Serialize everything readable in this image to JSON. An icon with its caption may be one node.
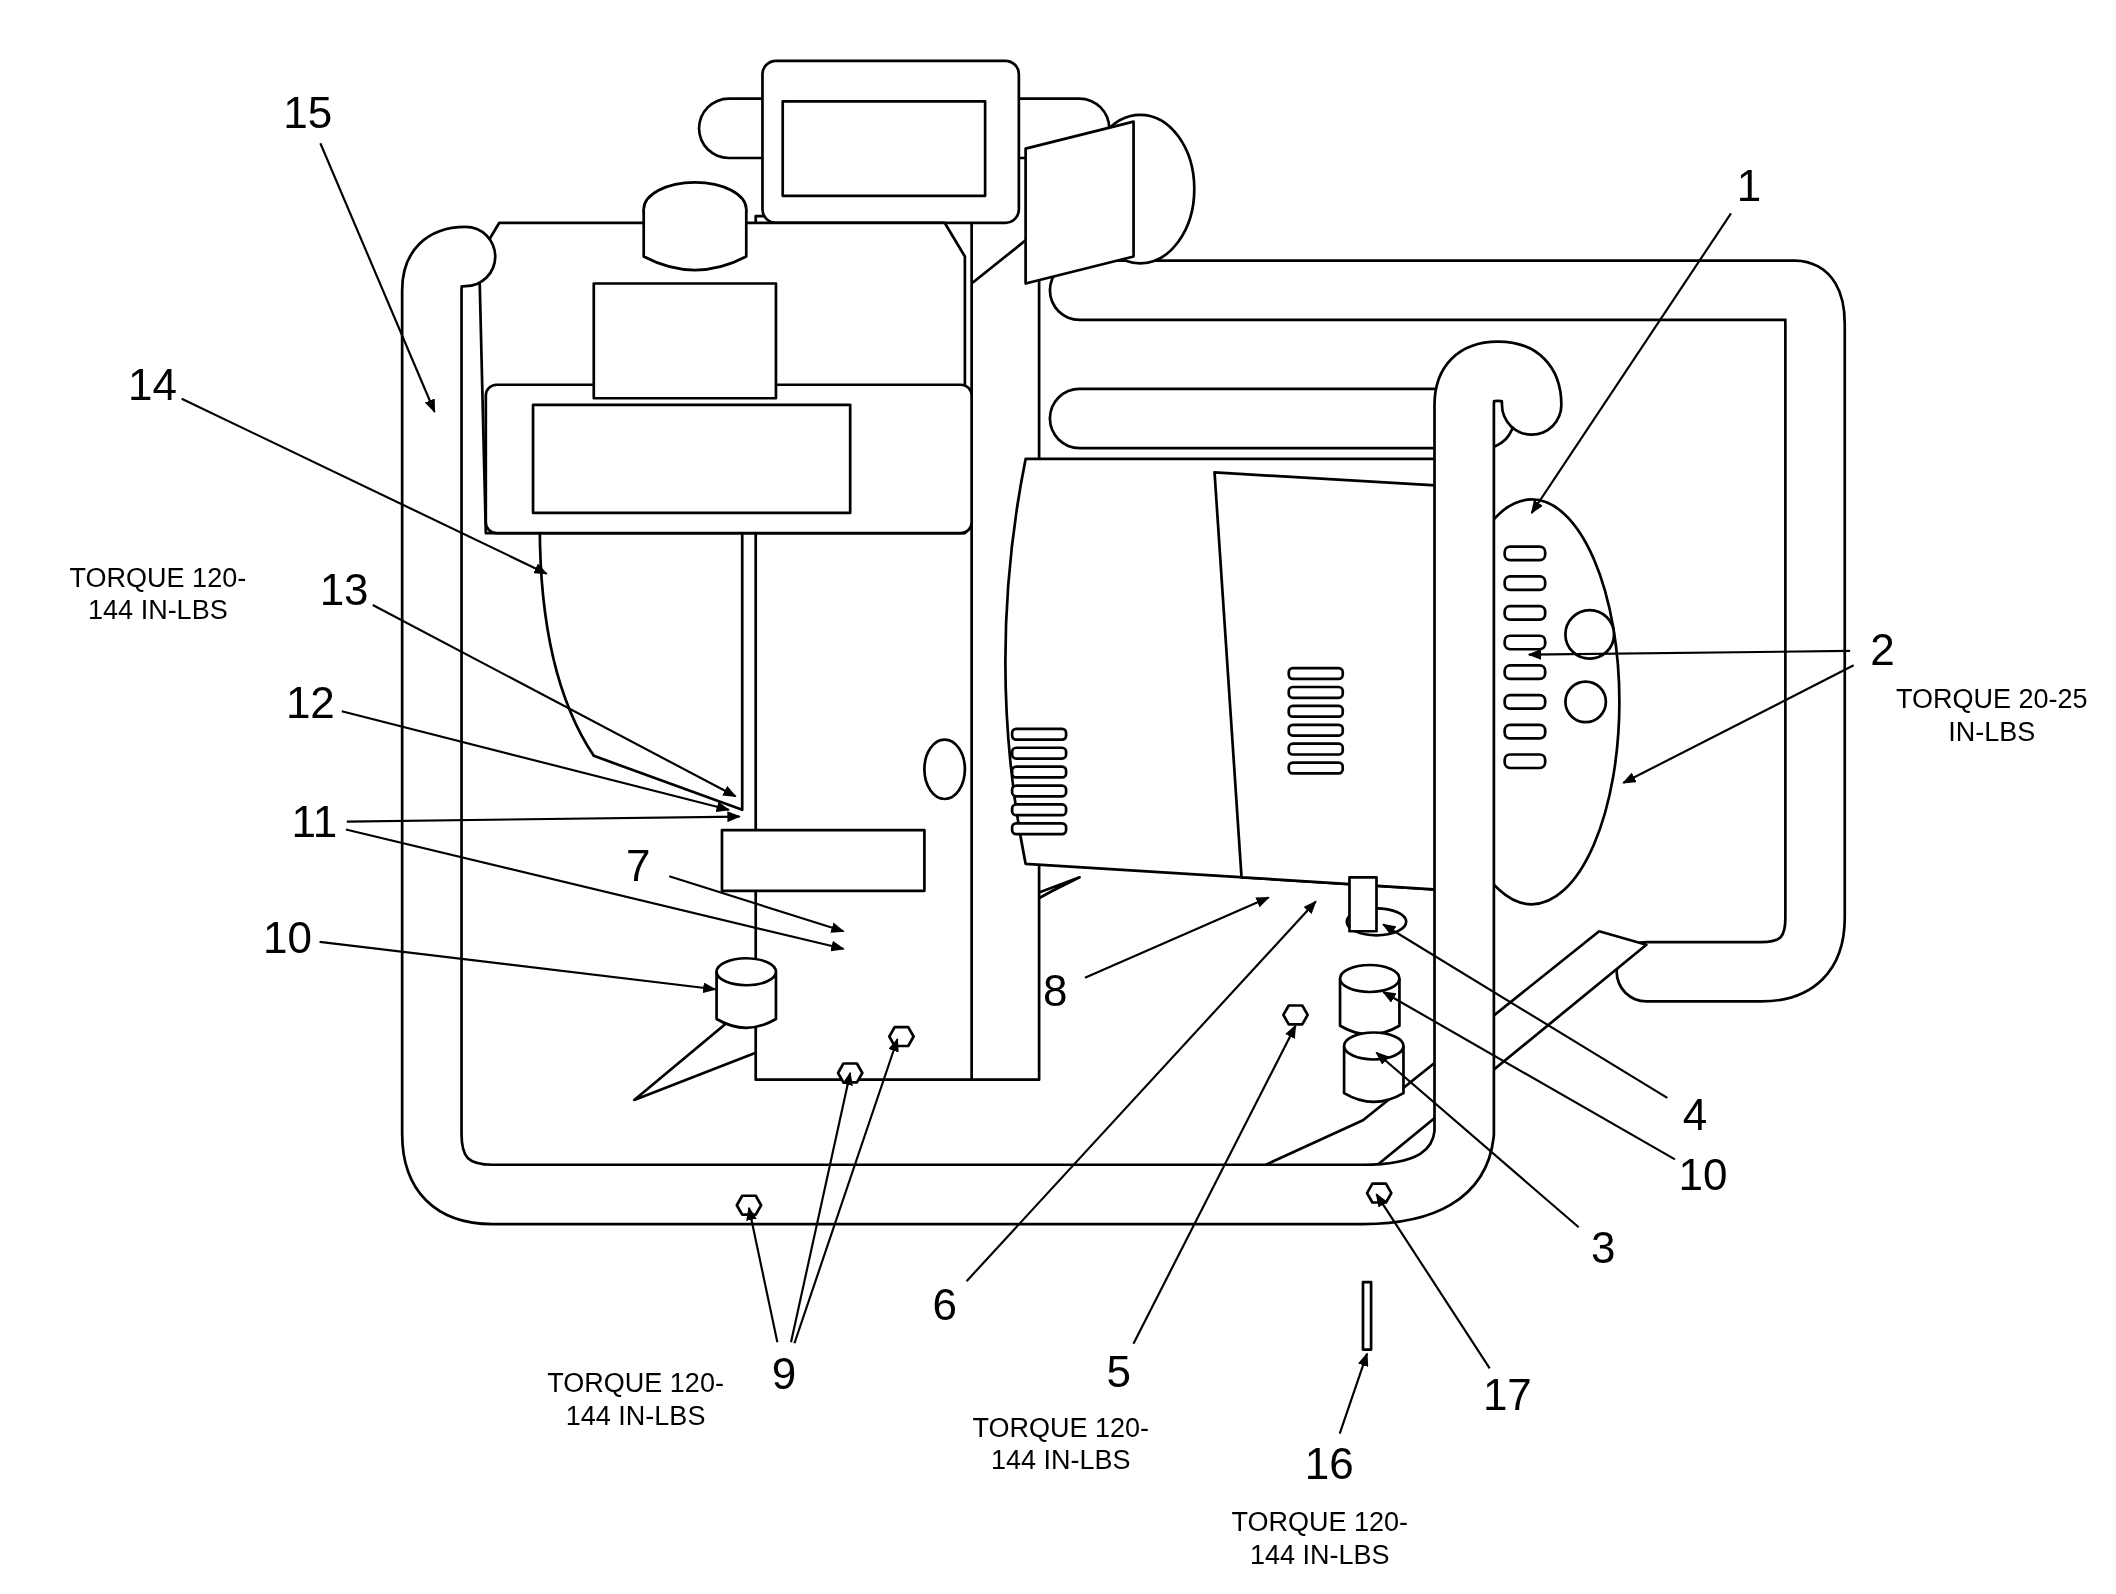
{
  "diagram": {
    "nodes": [
      {
        "text": [
          "15"
        ]
      },
      {
        "text": [
          "14"
        ]
      },
      {
        "text": [
          "13"
        ]
      },
      {
        "text": [
          "12"
        ]
      },
      {
        "text": [
          "11"
        ]
      },
      {
        "text": [
          "7"
        ]
      },
      {
        "text": [
          "10"
        ]
      },
      {
        "text": [
          "8"
        ]
      },
      {
        "text": [
          "6"
        ]
      },
      {
        "text": [
          "5"
        ]
      },
      {
        "text": [
          "9"
        ]
      },
      {
        "text": [
          "16"
        ]
      },
      {
        "text": [
          "17"
        ]
      },
      {
        "text": [
          "3"
        ]
      },
      {
        "text": [
          "10"
        ]
      },
      {
        "text": [
          "4"
        ]
      },
      {
        "text": [
          "2"
        ]
      },
      {
        "text": [
          "1"
        ]
      }
    ],
    "edges": [
      {
        "from": 0,
        "to": null,
        "arrow": "to"
      },
      {
        "from": 1,
        "to": null,
        "arrow": "to"
      },
      {
        "from": 2,
        "to": null,
        "arrow": "to"
      },
      {
        "from": 3,
        "to": null,
        "arrow": "to"
      },
      {
        "from": 4,
        "to": null,
        "arrow": "to"
      },
      {
        "from": 4,
        "to": null,
        "arrow": "to"
      },
      {
        "from": 5,
        "to": null,
        "arrow": "to"
      },
      {
        "from": 6,
        "to": null,
        "arrow": "to"
      },
      {
        "from": 7,
        "to": null,
        "arrow": "to"
      },
      {
        "from": 8,
        "to": null,
        "arrow": "to"
      },
      {
        "from": 9,
        "to": null,
        "arrow": "to"
      },
      {
        "from": 10,
        "to": null,
        "arrow": "to"
      },
      {
        "from": 10,
        "to": null,
        "arrow": "to"
      },
      {
        "from": 10,
        "to": null,
        "arrow": "to"
      },
      {
        "from": 11,
        "to": null,
        "arrow": "to"
      },
      {
        "from": 12,
        "to": null,
        "arrow": "to"
      },
      {
        "from": 13,
        "to": null,
        "arrow": "to"
      },
      {
        "from": 14,
        "to": null,
        "arrow": "to"
      },
      {
        "from": 15,
        "to": null,
        "arrow": "to"
      },
      {
        "from": 16,
        "to": null,
        "arrow": "to"
      },
      {
        "from": 16,
        "to": null,
        "arrow": "to"
      },
      {
        "from": 17,
        "to": null,
        "arrow": "to"
      }
    ],
    "labels": [
      "TORQUE 120-144 IN-LBS",
      "TORQUE 20-25 IN-LBS",
      "TORQUE 120-144 IN-LBS",
      "TORQUE 120-144 IN-LBS",
      "TORQUE 120-144 IN-LBS"
    ]
  }
}
